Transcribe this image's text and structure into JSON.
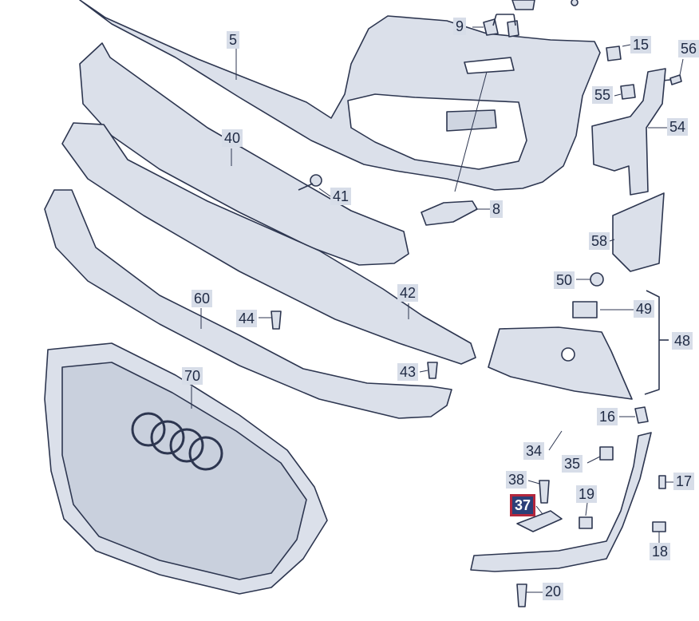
{
  "parts": [
    {
      "number": "5"
    },
    {
      "number": "9"
    },
    {
      "number": "15"
    },
    {
      "number": "56"
    },
    {
      "number": "55"
    },
    {
      "number": "54"
    },
    {
      "number": "40"
    },
    {
      "number": "41"
    },
    {
      "number": "8"
    },
    {
      "number": "58"
    },
    {
      "number": "60"
    },
    {
      "number": "42"
    },
    {
      "number": "44"
    },
    {
      "number": "50"
    },
    {
      "number": "49"
    },
    {
      "number": "48"
    },
    {
      "number": "43"
    },
    {
      "number": "70"
    },
    {
      "number": "16"
    },
    {
      "number": "34"
    },
    {
      "number": "35"
    },
    {
      "number": "17"
    },
    {
      "number": "38"
    },
    {
      "number": "37"
    },
    {
      "number": "19"
    },
    {
      "number": "18"
    },
    {
      "number": "20"
    }
  ],
  "highlighted_part": "37",
  "colors": {
    "part_fill": "#dbe0ea",
    "part_stroke": "#2d3650",
    "label_bg": "#d7dde8",
    "label_text": "#1f2a44",
    "highlight_bg": "#2c3f78",
    "highlight_border": "#b3273d"
  }
}
